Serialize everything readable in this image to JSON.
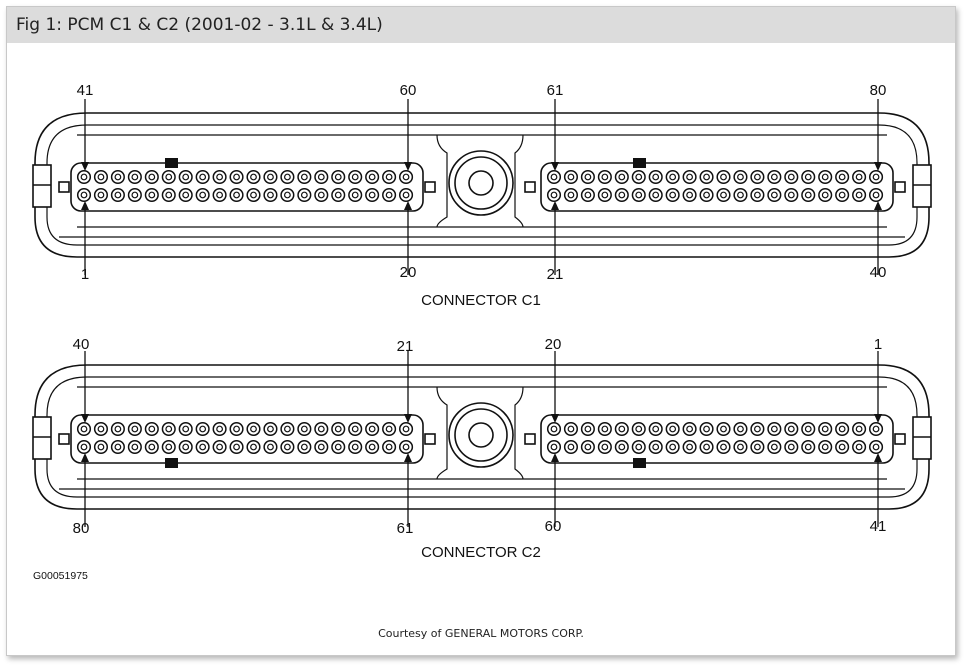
{
  "title": "Fig 1: PCM C1 & C2 (2001-02 - 3.1L & 3.4L)",
  "connectors": [
    {
      "label": "CONNECTOR C1",
      "pins": {
        "top_left_start": "41",
        "top_left_end": "60",
        "top_right_start": "61",
        "top_right_end": "80",
        "bottom_left_start": "1",
        "bottom_left_end": "20",
        "bottom_right_start": "21",
        "bottom_right_end": "40"
      },
      "key_position": "top"
    },
    {
      "label": "CONNECTOR C2",
      "pins": {
        "top_left_start": "40",
        "top_left_end": "21",
        "top_right_start": "20",
        "top_right_end": "1",
        "bottom_left_start": "80",
        "bottom_left_end": "61",
        "bottom_right_start": "60",
        "bottom_right_end": "41"
      },
      "key_position": "bottom"
    }
  ],
  "figure_id": "G00051975",
  "courtesy": "Courtesy of GENERAL MOTORS CORP."
}
